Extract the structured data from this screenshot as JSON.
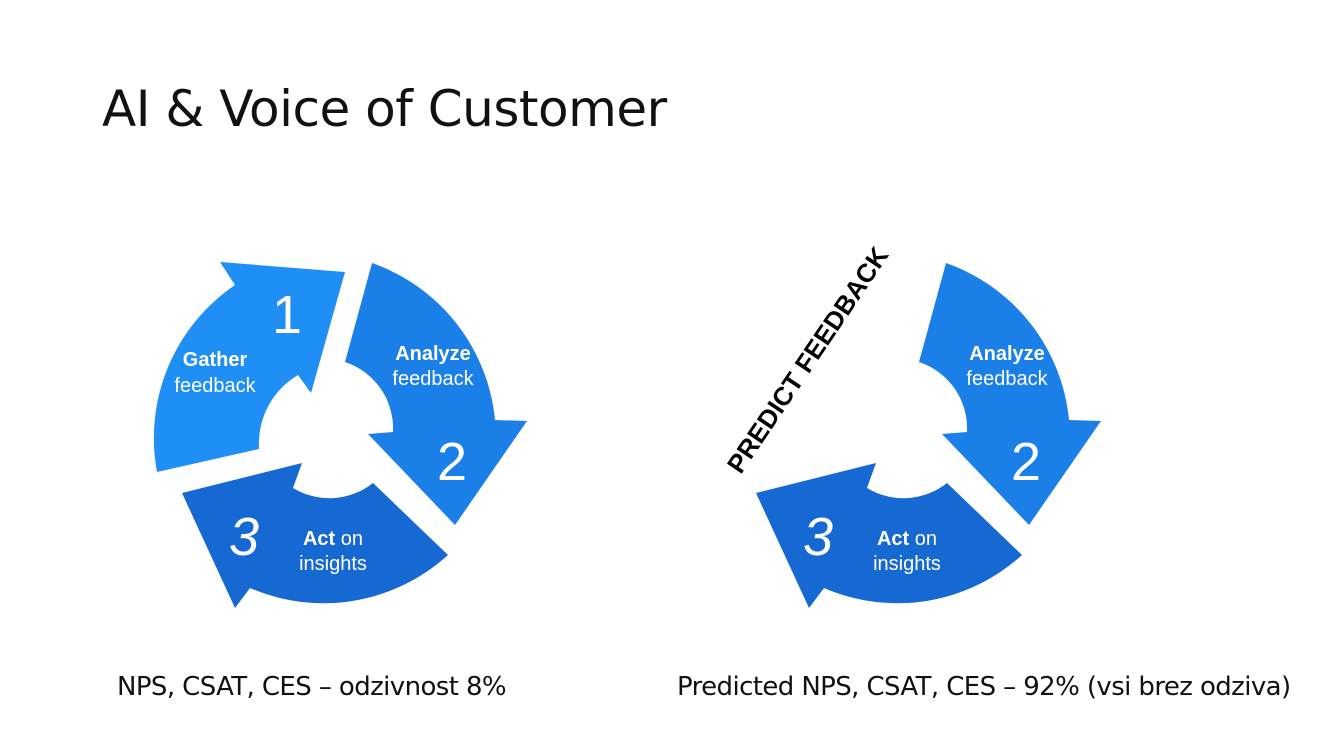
{
  "title": "AI & Voice of Customer",
  "left_cycle": {
    "step1": {
      "number": "1",
      "bold": "Gather",
      "text": "feedback"
    },
    "step2": {
      "number": "2",
      "bold": "Analyze",
      "text": "feedback"
    },
    "step3": {
      "number": "3",
      "bold": "Act",
      "text_inline": " on",
      "text": "insights"
    },
    "caption": "NPS, CSAT, CES – odzivnost 8%"
  },
  "right_cycle": {
    "predict_label": "PREDICT FEEDBACK",
    "step2": {
      "number": "2",
      "bold": "Analyze",
      "text": "feedback"
    },
    "step3": {
      "number": "3",
      "bold": "Act",
      "text_inline": " on",
      "text": "insights"
    },
    "caption": "Predicted NPS, CSAT, CES – 92% (vsi brez odziva)"
  },
  "colors": {
    "step1": "#1f8ff6",
    "step2": "#1b7fe8",
    "step3": "#1668d2"
  }
}
